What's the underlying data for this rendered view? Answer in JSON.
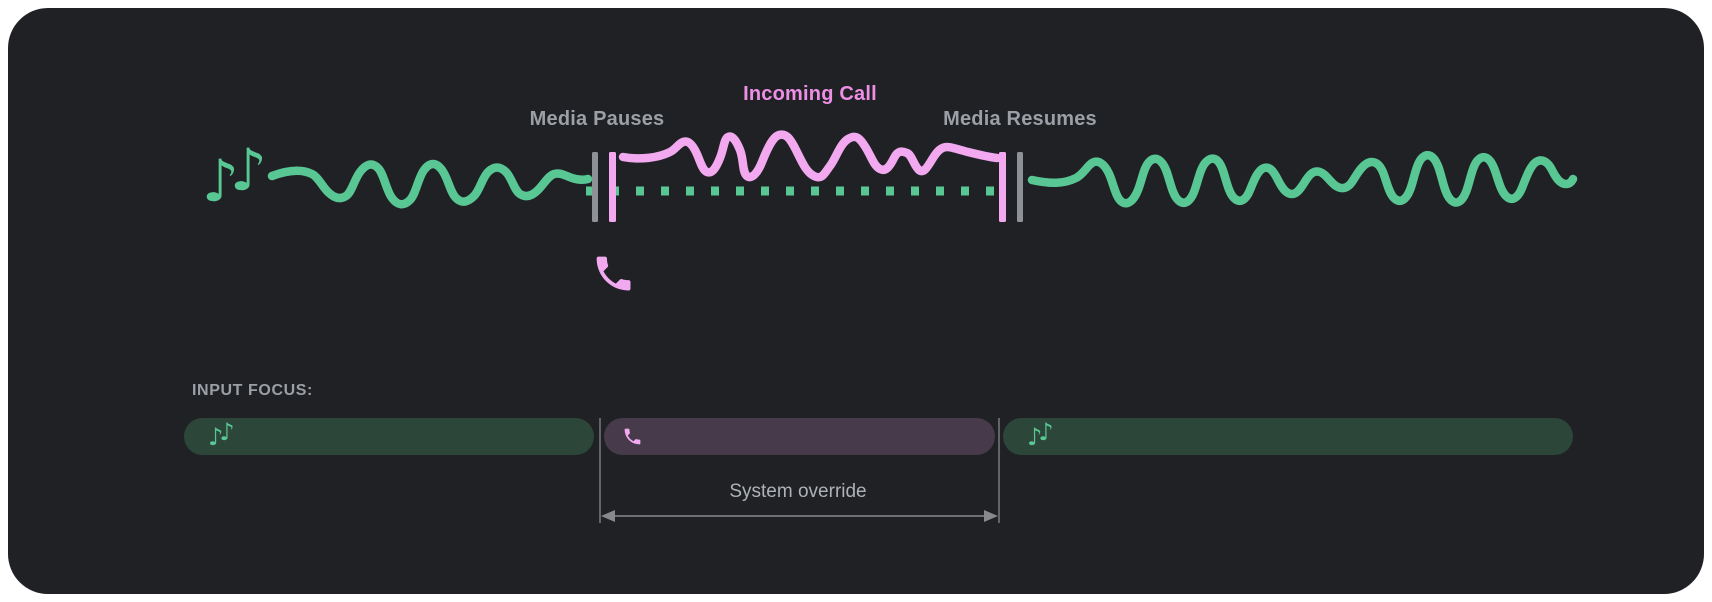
{
  "theme": {
    "page_bg": "#ffffff",
    "card_bg": "#202124",
    "wave_green": "#58C794",
    "wave_pink": "#F2A9F0",
    "incoming_pink": "#EE8FE6",
    "label_gray": "#9AA0A6",
    "marker_gray": "#8E9195",
    "focus_green_bg": "#2C463A",
    "focus_purple_bg": "#473A4A",
    "override_gray": "#AEB2B6",
    "guide_gray": "#87898C"
  },
  "timeline": {
    "media_pauses_label": "Media Pauses",
    "incoming_call_label": "Incoming Call",
    "media_resumes_label": "Media Resumes",
    "music_note_glyph": "♪"
  },
  "input_focus": {
    "heading": "INPUT FOCUS:",
    "override_label": "System override",
    "segments": [
      {
        "type": "media",
        "icon": "music-notes-icon"
      },
      {
        "type": "call",
        "icon": "phone-icon"
      },
      {
        "type": "media",
        "icon": "music-notes-icon"
      }
    ]
  }
}
